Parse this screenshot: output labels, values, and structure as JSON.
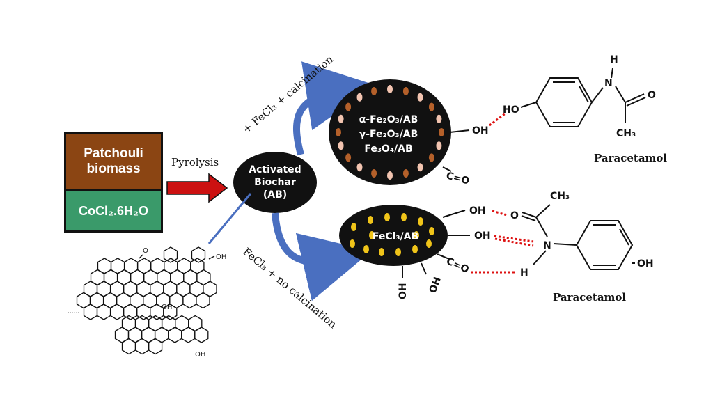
{
  "colors": {
    "biomass_box": "#8b4513",
    "cocl2_box": "#3a9a6a",
    "pyrolysis_arrow": "#cc1111",
    "flow_arrow": "#4a6fc0",
    "particle_light": "#f2c4b0",
    "particle_dark": "#b4602a",
    "particle_yellow": "#f0c419",
    "hbond": "#dd1111"
  },
  "inputs": {
    "biomass": "Patchouli biomass",
    "salt": "CoCl₂.6H₂O"
  },
  "process": {
    "pyrolysis": "Pyrolysis",
    "upper_route": "+ FeCl₃ + calcination",
    "lower_route": "FeCl₃ + no calcination"
  },
  "biochar": {
    "line1": "Activated",
    "line2": "Biochar",
    "line3": "(AB)"
  },
  "upper_particle": {
    "phases": [
      "α-Fe₂O₃/AB",
      "γ-Fe₂O₃/AB",
      "Fe₃O₄/AB"
    ],
    "oh": "OH",
    "co": "C=O"
  },
  "lower_particle": {
    "label": "FeCl₃/AB",
    "oh_top": "OH",
    "oh_mid": "OH",
    "co": "C=O",
    "oh_bottom_left": "OH",
    "oh_bottom_right": "OH"
  },
  "paracetamol_top": {
    "name": "Paracetamol",
    "ho": "HO",
    "n": "N",
    "h": "H",
    "o": "O",
    "ch3": "CH₃"
  },
  "paracetamol_bottom": {
    "name": "Paracetamol",
    "ch3": "CH₃",
    "o": "O",
    "n": "N",
    "h": "H",
    "oh": "OH"
  },
  "structure": {
    "cho": "O",
    "cooh": "OH",
    "oh_bottom": "OH",
    "oh_mid": "OH",
    "dots": "······"
  }
}
